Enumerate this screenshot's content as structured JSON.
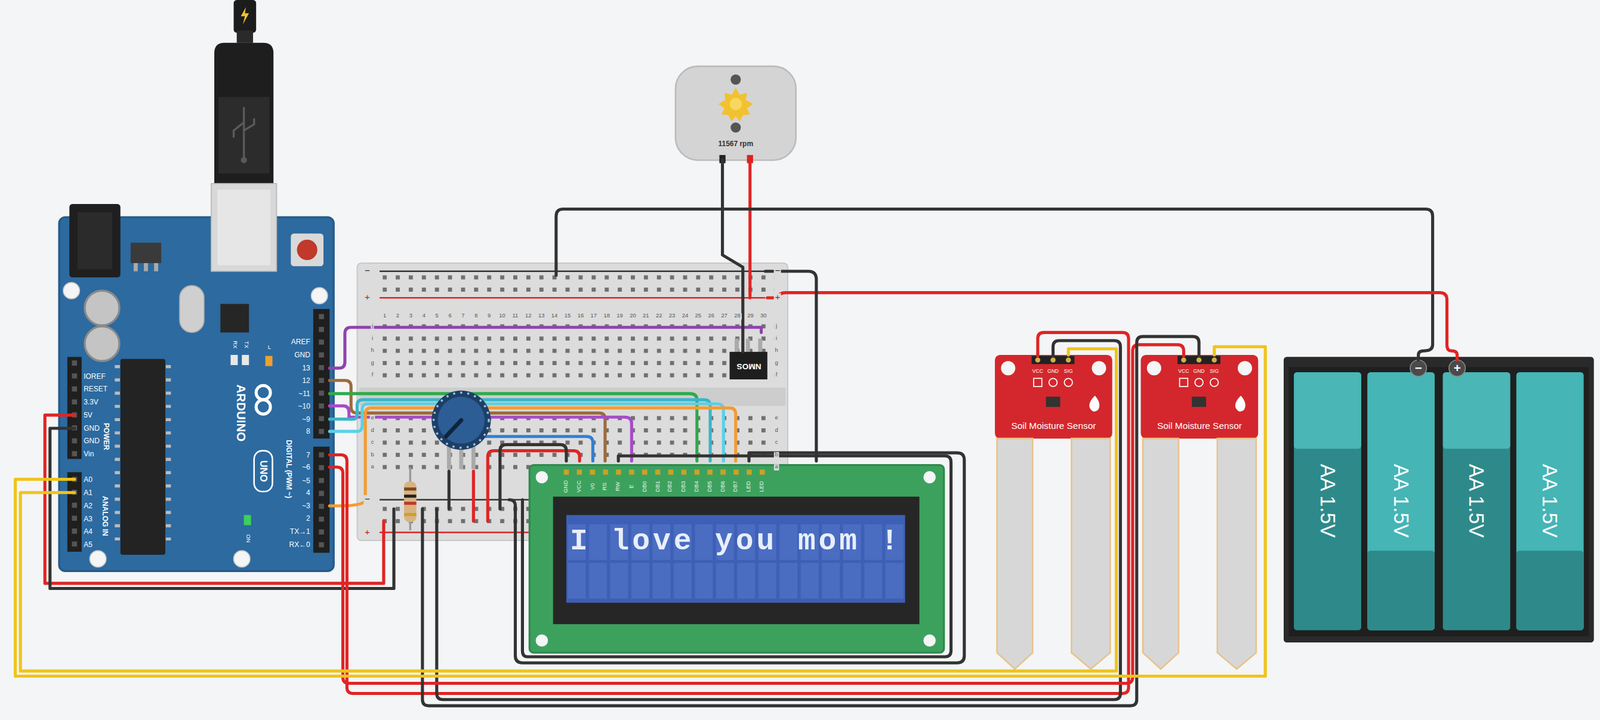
{
  "diagram": {
    "nodes": [
      {
        "text": [
          "ARDUINO",
          "UNO"
        ]
      },
      {
        "text": [
          "11567 rpm"
        ]
      },
      {
        "text": [
          "NMOS"
        ]
      },
      {
        "text": [
          "I love you mom !"
        ]
      },
      {
        "text": [
          "Soil Moisture Sensor"
        ]
      },
      {
        "text": [
          "Soil Moisture Sensor"
        ]
      },
      {
        "text": [
          "AA 1.5V"
        ]
      },
      {
        "text": [
          "AA 1.5V"
        ]
      },
      {
        "text": [
          "AA 1.5V"
        ]
      },
      {
        "text": [
          "AA 1.5V"
        ]
      }
    ],
    "edges": [
      {
        "from": 5,
        "to": 0,
        "arrow": "none"
      },
      {
        "from": 4,
        "to": 0,
        "arrow": "none"
      },
      {
        "from": 1,
        "to": 2,
        "arrow": "none"
      }
    ],
    "labels": [
      "AREF",
      "GND",
      "13",
      "12",
      "~11",
      "~10",
      "~9",
      "8",
      "7",
      "~6",
      "~5",
      "4",
      "~3",
      "2",
      "TX→1",
      "RX←0",
      "DIGITAL (PWM ~)",
      "IOREF",
      "RESET",
      "3.3V",
      "5V",
      "GND",
      "GND",
      "Vin",
      "POWER",
      "A0",
      "A1",
      "A2",
      "A3",
      "A4",
      "A5",
      "ANALOG IN",
      "L",
      "TX",
      "RX",
      "ON",
      "GND",
      "VCC",
      "V0",
      "RS",
      "RW",
      "E",
      "DB0",
      "DB1",
      "DB2",
      "DB3",
      "DB4",
      "DB5",
      "DB6",
      "DB7",
      "LED",
      "LED",
      "VCC",
      "GND",
      "SIG",
      "VCC",
      "GND",
      "SIG",
      "−",
      "+",
      "−",
      "+",
      "−",
      "+",
      "−",
      "+",
      "1",
      "2",
      "3",
      "4",
      "5",
      "6",
      "7",
      "8",
      "9",
      "10",
      "11",
      "12",
      "13",
      "14",
      "15",
      "16",
      "17",
      "18",
      "19",
      "20",
      "21",
      "22",
      "23",
      "24",
      "25",
      "26",
      "27",
      "28",
      "29",
      "30",
      "j",
      "i",
      "h",
      "g",
      "f",
      "e",
      "d",
      "c",
      "b",
      "a",
      "j",
      "i",
      "h",
      "g",
      "f",
      "e",
      "d",
      "c",
      "b",
      "a"
    ]
  }
}
